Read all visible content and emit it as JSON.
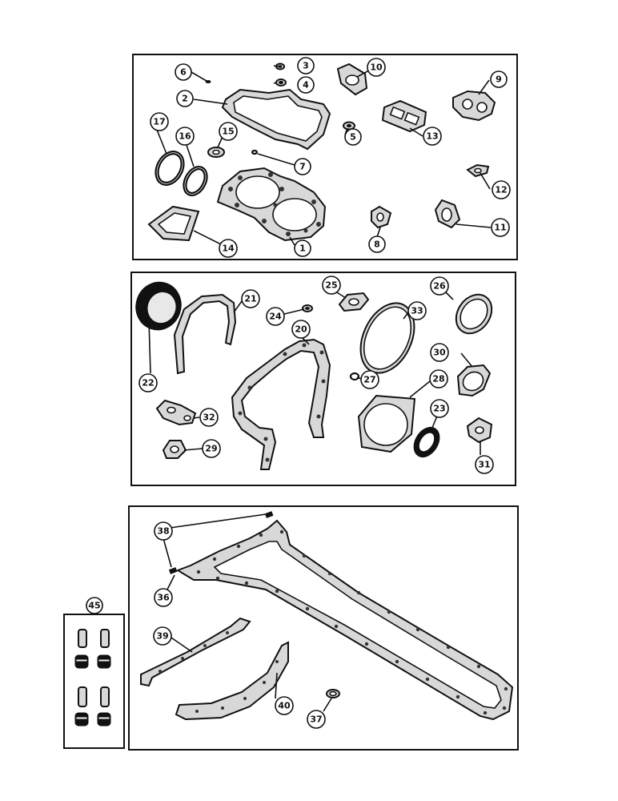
{
  "callouts": {
    "c1": "1",
    "c2": "2",
    "c3": "3",
    "c4": "4",
    "c5": "5",
    "c6": "6",
    "c7": "7",
    "c8": "8",
    "c9": "9",
    "c10": "10",
    "c11": "11",
    "c12": "12",
    "c13": "13",
    "c14": "14",
    "c15": "15",
    "c16": "16",
    "c17": "17",
    "c20": "20",
    "c21": "21",
    "c22": "22",
    "c23": "23",
    "c24": "24",
    "c25": "25",
    "c26": "26",
    "c27": "27",
    "c28": "28",
    "c29": "29",
    "c30": "30",
    "c31": "31",
    "c32": "32",
    "c33": "33",
    "c36": "36",
    "c37": "37",
    "c38": "38",
    "c39": "39",
    "c40": "40",
    "c45": "45"
  }
}
